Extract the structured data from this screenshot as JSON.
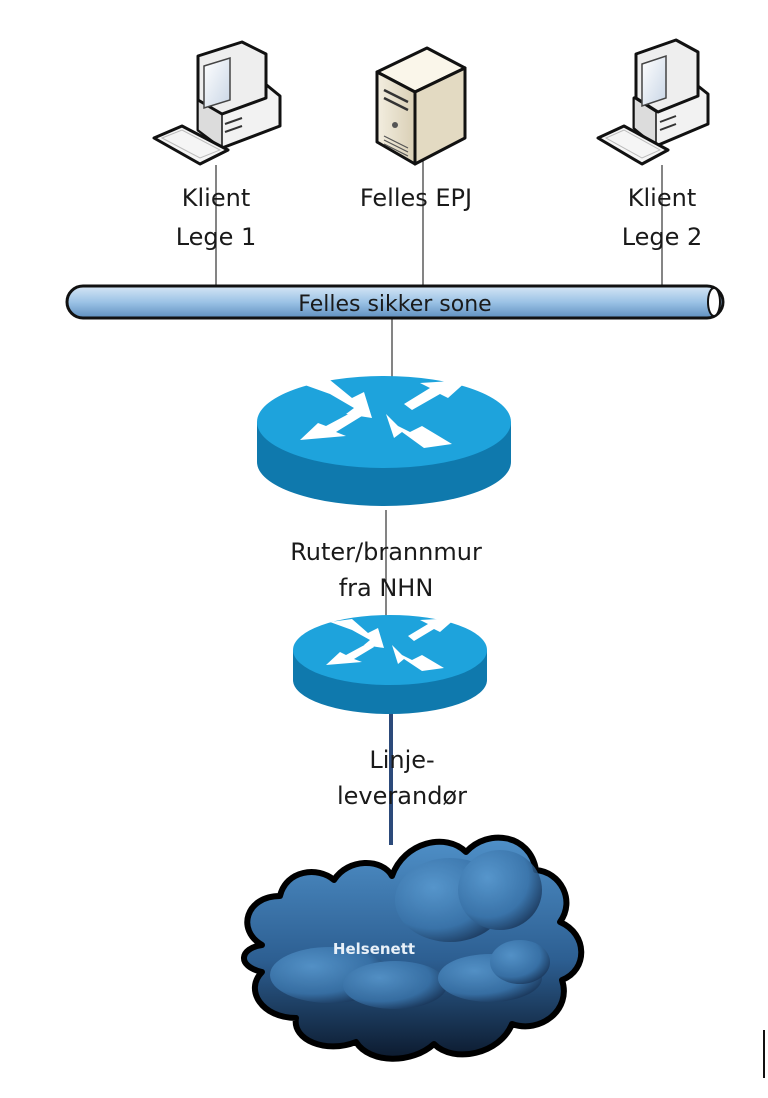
{
  "diagram": {
    "nodes": {
      "client1": {
        "label_line1": "Klient",
        "label_line2": "Lege 1",
        "icon": "desktop-computer-icon"
      },
      "server": {
        "label": "Felles EPJ",
        "icon": "server-tower-icon"
      },
      "client2": {
        "label_line1": "Klient",
        "label_line2": "Lege 2",
        "icon": "desktop-computer-icon"
      },
      "bus": {
        "label": "Felles sikker sone",
        "icon": "network-bus-icon"
      },
      "router1": {
        "label_line1": "Ruter/brannmur",
        "label_line2": "fra NHN",
        "icon": "router-icon"
      },
      "router2": {
        "label_line1": "Linje-",
        "label_line2": "leverandør",
        "icon": "router-icon"
      },
      "cloud": {
        "label": "Helsenett",
        "icon": "cloud-icon"
      }
    },
    "colors": {
      "router_top": "#1ea3dc",
      "router_side": "#0f79ad",
      "bus_fill": "#9cc3e6",
      "cloud_light": "#4a8bc4",
      "cloud_dark": "#0f1e33",
      "uplink": "#2c4a7a"
    }
  }
}
